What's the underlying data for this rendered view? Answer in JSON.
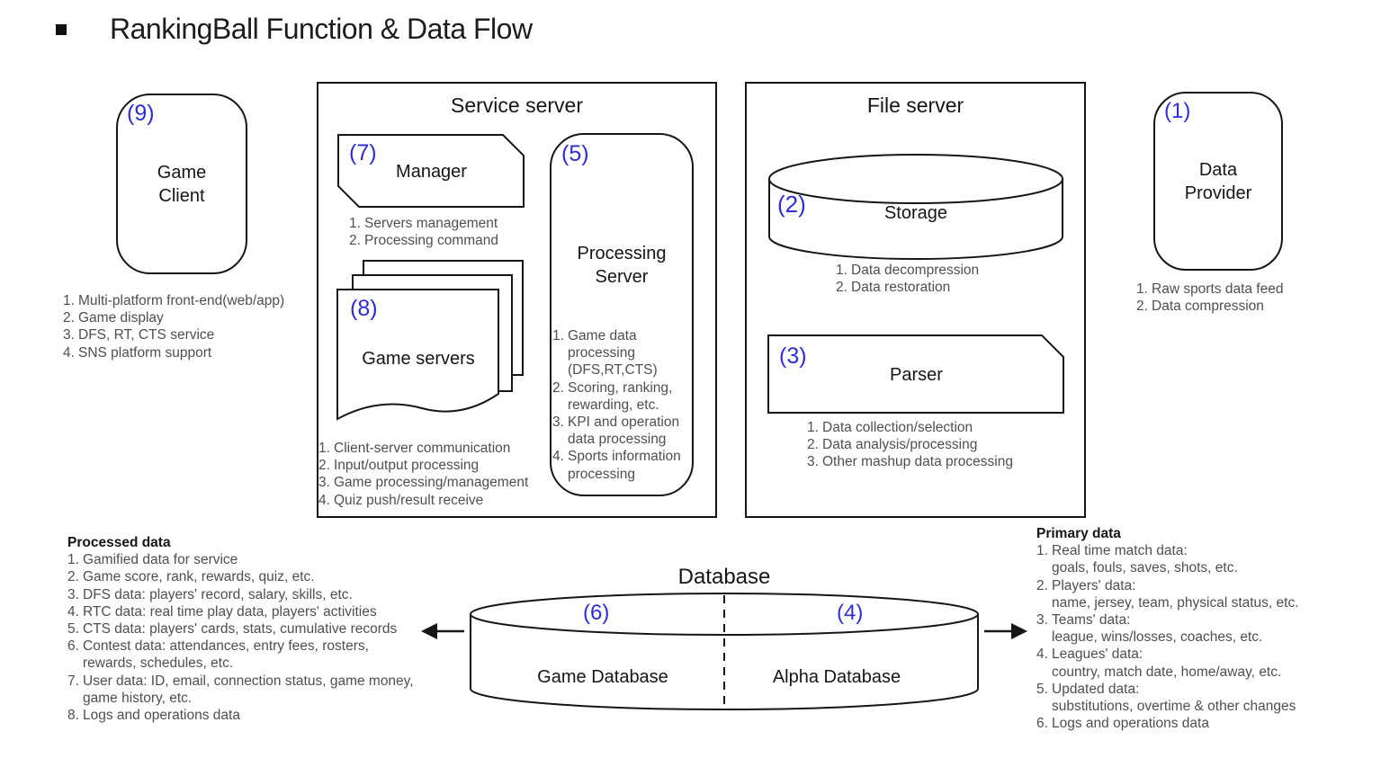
{
  "title": "RankingBall Function & Data Flow",
  "colors": {
    "accent_blue": "#2d2dd9",
    "line": "#161616",
    "list_text": "#4f4f4f"
  },
  "game_client": {
    "num": "(9)",
    "label_line1": "Game",
    "label_line2": "Client",
    "list": [
      {
        "n": "1.",
        "lines": [
          "Multi-platform front-end(web/app)"
        ]
      },
      {
        "n": "2.",
        "lines": [
          "Game display"
        ]
      },
      {
        "n": "3.",
        "lines": [
          "DFS, RT, CTS service"
        ]
      },
      {
        "n": "4.",
        "lines": [
          "SNS platform support"
        ]
      }
    ]
  },
  "service_server": {
    "title": "Service server",
    "manager": {
      "num": "(7)",
      "label": "Manager",
      "list": [
        {
          "n": "1.",
          "lines": [
            "Servers management"
          ]
        },
        {
          "n": "2.",
          "lines": [
            "Processing command"
          ]
        }
      ]
    },
    "game_servers": {
      "num": "(8)",
      "label": "Game servers",
      "list": [
        {
          "n": "1.",
          "lines": [
            "Client-server communication"
          ]
        },
        {
          "n": "2.",
          "lines": [
            "Input/output processing"
          ]
        },
        {
          "n": "3.",
          "lines": [
            "Game processing/management"
          ]
        },
        {
          "n": "4.",
          "lines": [
            "Quiz push/result receive"
          ]
        }
      ]
    },
    "processing_server": {
      "num": "(5)",
      "label_line1": "Processing",
      "label_line2": "Server",
      "list": [
        {
          "n": "1.",
          "lines": [
            "Game data",
            "processing",
            "(DFS,RT,CTS)"
          ]
        },
        {
          "n": "2.",
          "lines": [
            "Scoring, ranking,",
            "rewarding, etc."
          ]
        },
        {
          "n": "3.",
          "lines": [
            "KPI and operation",
            "data processing"
          ]
        },
        {
          "n": "4.",
          "lines": [
            "Sports information",
            "processing"
          ]
        }
      ]
    }
  },
  "file_server": {
    "title": "File server",
    "storage": {
      "num": "(2)",
      "label": "Storage",
      "list": [
        {
          "n": "1.",
          "lines": [
            "Data decompression"
          ]
        },
        {
          "n": "2.",
          "lines": [
            "Data restoration"
          ]
        }
      ]
    },
    "parser": {
      "num": "(3)",
      "label": "Parser",
      "list": [
        {
          "n": "1.",
          "lines": [
            "Data collection/selection"
          ]
        },
        {
          "n": "2.",
          "lines": [
            "Data analysis/processing"
          ]
        },
        {
          "n": "3.",
          "lines": [
            "Other mashup data processing"
          ]
        }
      ]
    }
  },
  "data_provider": {
    "num": "(1)",
    "label_line1": "Data",
    "label_line2": "Provider",
    "list": [
      {
        "n": "1.",
        "lines": [
          "Raw sports data feed"
        ]
      },
      {
        "n": "2.",
        "lines": [
          "Data compression"
        ]
      }
    ]
  },
  "database": {
    "title": "Database",
    "game_db": {
      "num": "(6)",
      "label": "Game Database"
    },
    "alpha_db": {
      "num": "(4)",
      "label": "Alpha Database"
    }
  },
  "processed_data": {
    "header": "Processed data",
    "list": [
      {
        "n": "1.",
        "lines": [
          "Gamified data for service"
        ]
      },
      {
        "n": "2.",
        "lines": [
          "Game score, rank, rewards, quiz, etc."
        ]
      },
      {
        "n": "3.",
        "lines": [
          "DFS data: players' record, salary, skills, etc."
        ]
      },
      {
        "n": "4.",
        "lines": [
          "RTC data: real time play data, players' activities"
        ]
      },
      {
        "n": "5.",
        "lines": [
          "CTS data: players' cards, stats, cumulative records"
        ]
      },
      {
        "n": "6.",
        "lines": [
          "Contest data: attendances, entry fees, rosters,",
          "rewards, schedules, etc."
        ]
      },
      {
        "n": "7.",
        "lines": [
          "User data: ID, email, connection status, game money,",
          "game history, etc."
        ]
      },
      {
        "n": "8.",
        "lines": [
          "Logs and operations data"
        ]
      }
    ]
  },
  "primary_data": {
    "header": "Primary data",
    "list": [
      {
        "n": "1.",
        "lines": [
          "Real time match data:",
          "goals, fouls, saves, shots, etc."
        ]
      },
      {
        "n": "2.",
        "lines": [
          "Players' data:",
          "name, jersey, team, physical status, etc."
        ]
      },
      {
        "n": "3.",
        "lines": [
          "Teams' data:",
          "league, wins/losses, coaches, etc."
        ]
      },
      {
        "n": "4.",
        "lines": [
          "Leagues' data:",
          "country, match date, home/away, etc."
        ]
      },
      {
        "n": "5.",
        "lines": [
          "Updated data:",
          "substitutions, overtime & other changes"
        ]
      },
      {
        "n": "6.",
        "lines": [
          "Logs and operations data"
        ]
      }
    ]
  }
}
